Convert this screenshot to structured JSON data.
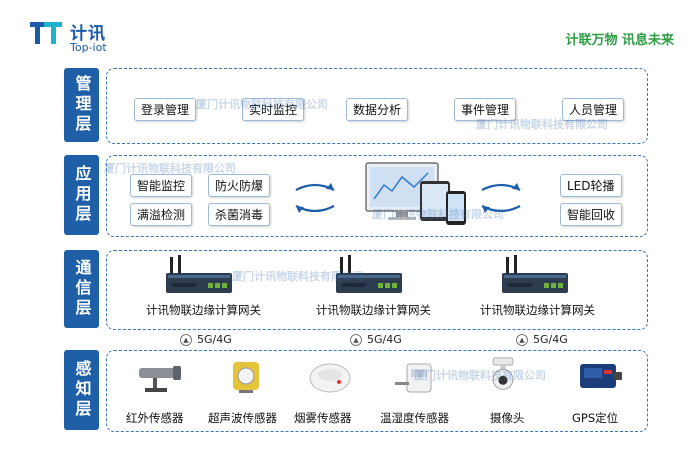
{
  "logo": {
    "cn": "计讯",
    "en": "Top-iot"
  },
  "slogan": "计联万物 讯息未来",
  "layers": {
    "management": {
      "label": "管理层",
      "items": [
        "登录管理",
        "实时监控",
        "数据分析",
        "事件管理",
        "人员管理"
      ]
    },
    "application": {
      "label": "应用层",
      "items": [
        "智能监控",
        "防火防爆",
        "满溢检测",
        "杀菌消毒",
        "LED轮播",
        "智能回收"
      ]
    },
    "communication": {
      "label": "通信层",
      "gateways": [
        "计讯物联边缘计算网关",
        "计讯物联边缘计算网关",
        "计讯物联边缘计算网关"
      ],
      "networks": [
        "5G/4G",
        "5G/4G",
        "5G/4G"
      ]
    },
    "perception": {
      "label": "感知层",
      "sensors": [
        "红外传感器",
        "超声波传感器",
        "烟雾传感器",
        "温湿度传感器",
        "摄像头",
        "GPS定位"
      ]
    }
  },
  "watermark": "厦门计讯物联科技有限公司",
  "colors": {
    "brand_blue": "#1f5fa8",
    "slogan_green": "#2e9d46",
    "dashed_border": "#3d74b8"
  }
}
